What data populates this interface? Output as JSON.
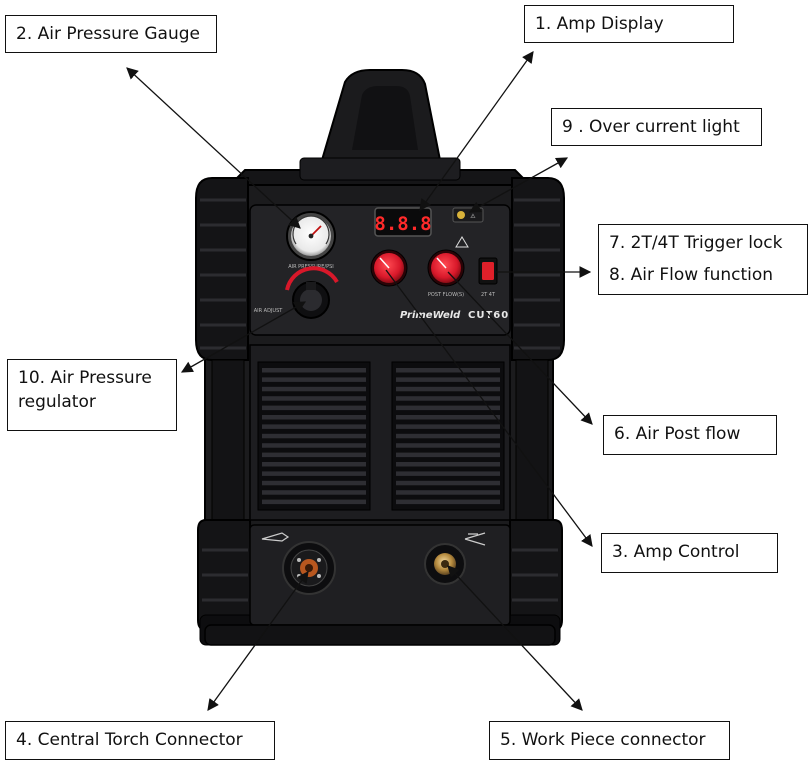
{
  "figure": {
    "colors": {
      "body": "#1b1b1d",
      "body_dark": "#0e0e10",
      "panel": "#232326",
      "knob_red": "#d8182a",
      "switch_red": "#e0202a",
      "display_red": "#ff2a2a",
      "line": "#111111"
    },
    "machine": {
      "brand": "PrimeWeld",
      "model": "CUT60",
      "display_digits": "8.8.8",
      "gauge_caption": "AIR PRESSURE/PSI",
      "regulator_caption": "AIR ADJUST",
      "postflow_caption": "POST FLOW(S)",
      "warning_icon": "warning-triangle-icon",
      "torch_symbol_icon": "torch-symbol-icon",
      "clamp_symbol_icon": "ground-clamp-icon"
    },
    "callouts": [
      {
        "id": "c1",
        "text": "1. Amp Display"
      },
      {
        "id": "c2",
        "text": "2. Air Pressure Gauge"
      },
      {
        "id": "c9",
        "text": "9 . Over current light"
      },
      {
        "id": "c7",
        "text": "7. 2T/4T Trigger lock"
      },
      {
        "id": "c8",
        "text": "8. Air Flow function"
      },
      {
        "id": "c10",
        "lines": [
          "10. Air Pressure",
          "regulator"
        ]
      },
      {
        "id": "c6",
        "text": "6. Air Post flow"
      },
      {
        "id": "c3",
        "text": "3. Amp Control"
      },
      {
        "id": "c4",
        "text": "4. Central Torch Connector"
      },
      {
        "id": "c5",
        "text": "5. Work Piece connector"
      }
    ]
  }
}
